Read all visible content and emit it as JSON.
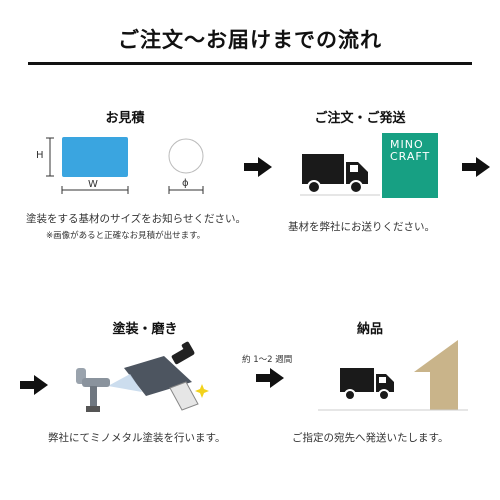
{
  "title": "ご注文〜お届けまでの流れ",
  "steps": {
    "estimate": {
      "title": "お見積",
      "dim_h": "H",
      "dim_w": "W",
      "dim_phi": "ϕ",
      "caption": "塗装をする基材のサイズをお知らせください。",
      "note": "※画像があると正確なお見積が出せます。"
    },
    "order": {
      "title": "ご注文・ご発送",
      "brand_line1": "MINO",
      "brand_line2": "CRAFT",
      "caption": "基材を弊社にお送りください。"
    },
    "painting": {
      "title": "塗装・磨き",
      "caption": "弊社にてミノメタル塗装を行います。"
    },
    "delivery": {
      "title": "納品",
      "lead_time": "約 1〜2 週間",
      "caption": "ご指定の宛先へ発送いたします。"
    }
  },
  "colors": {
    "plate": "#3aa5e0",
    "brand_box": "#17a083",
    "truck": "#1a1a1a",
    "kraft": "#c9b48a",
    "metal_panel": "#4d5560"
  }
}
